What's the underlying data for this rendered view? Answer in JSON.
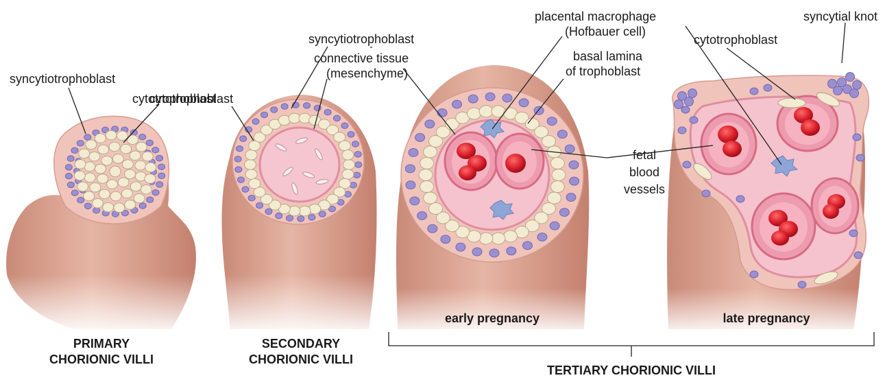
{
  "labels": {
    "syncytiotrophoblast_primary": "syncytiotrophoblast",
    "cytotrophoblast_primary": "cytotrophoblast",
    "syncytiotrophoblast_secondary": "syncytiotrophoblast",
    "connective_tissue_1": "connective tissue",
    "connective_tissue_2": "(mesenchyme)",
    "cytotrophoblast_secondary": "cytotrophoblast",
    "macrophage_1": "placental macrophage",
    "macrophage_2": "(Hofbauer cell)",
    "basal_lamina_1": "basal lamina",
    "basal_lamina_2": "of trophoblast",
    "cytotrophoblast_tertiary": "cytotrophoblast",
    "syncytial_knot": "syncytial knot",
    "fetal_1": "fetal",
    "fetal_2": "blood",
    "fetal_3": "vessels"
  },
  "captions": {
    "primary_1": "PRIMARY",
    "primary_2": "CHORIONIC VILLI",
    "secondary_1": "SECONDARY",
    "secondary_2": "CHORIONIC VILLI",
    "early": "early pregnancy",
    "late": "late pregnancy",
    "tertiary": "TERTIARY CHORIONIC VILLI"
  },
  "colors": {
    "stalk": "#d9a08e",
    "stalk_dark": "#c07f6d",
    "syncytium": "#f0c4bb",
    "nucleus": "#9a8fd0",
    "cytotrophoblast_cell": "#f4ecd2",
    "mesenchyme": "#f3b9c4",
    "vessel_wall": "#e98aa0",
    "blood_cell": "#d81e2a"
  }
}
